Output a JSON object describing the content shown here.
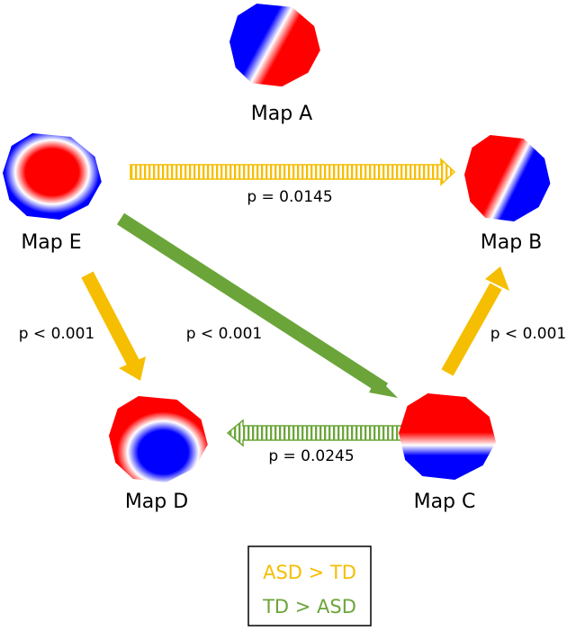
{
  "maps": {
    "a": {
      "label": "Map A"
    },
    "b": {
      "label": "Map B"
    },
    "c": {
      "label": "Map C"
    },
    "d": {
      "label": "Map D"
    },
    "e": {
      "label": "Map E"
    }
  },
  "transitions": [
    {
      "from": "Map E",
      "to": "Map B",
      "p_label": "p = 0.0145",
      "direction": "ASD > TD",
      "style": "hatched"
    },
    {
      "from": "Map E",
      "to": "Map C",
      "p_label": "p < 0.001",
      "direction": "TD > ASD",
      "style": "solid"
    },
    {
      "from": "Map E",
      "to": "Map D",
      "p_label": "p < 0.001",
      "direction": "ASD > TD",
      "style": "solid"
    },
    {
      "from": "Map C",
      "to": "Map B",
      "p_label": "p < 0.001",
      "direction": "ASD > TD",
      "style": "solid"
    },
    {
      "from": "Map C",
      "to": "Map D",
      "p_label": "p = 0.0245",
      "direction": "TD > ASD",
      "style": "hatched"
    }
  ],
  "legend": {
    "asd_gt_td": "ASD > TD",
    "td_gt_asd": "TD > ASD"
  },
  "colors": {
    "asd_gt_td": "#F6BE00",
    "td_gt_asd": "#6BA539",
    "positive": "#FF0000",
    "negative": "#0000FF"
  }
}
